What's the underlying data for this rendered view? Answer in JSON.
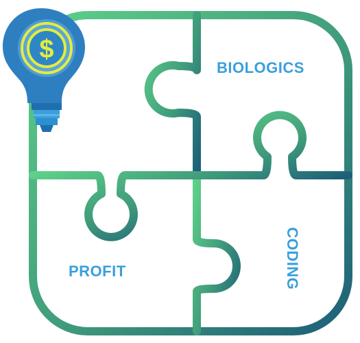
{
  "pieces": {
    "top_right_label": "BIOLOGICS",
    "bottom_right_label": "CODING",
    "bottom_left_label": "PROFIT"
  },
  "icon": {
    "name": "lightbulb-dollar-icon",
    "symbol": "$"
  },
  "colors": {
    "gradient_start": "#5ed08a",
    "gradient_mid": "#3f9a7a",
    "gradient_end": "#1d5f79",
    "label_text": "#3a9fdb",
    "bulb_body": "#2e7fc0",
    "bulb_inner": "#5aa5d9",
    "bulb_ring": "#e3ec3f",
    "bulb_base": "#3a9fdb"
  }
}
